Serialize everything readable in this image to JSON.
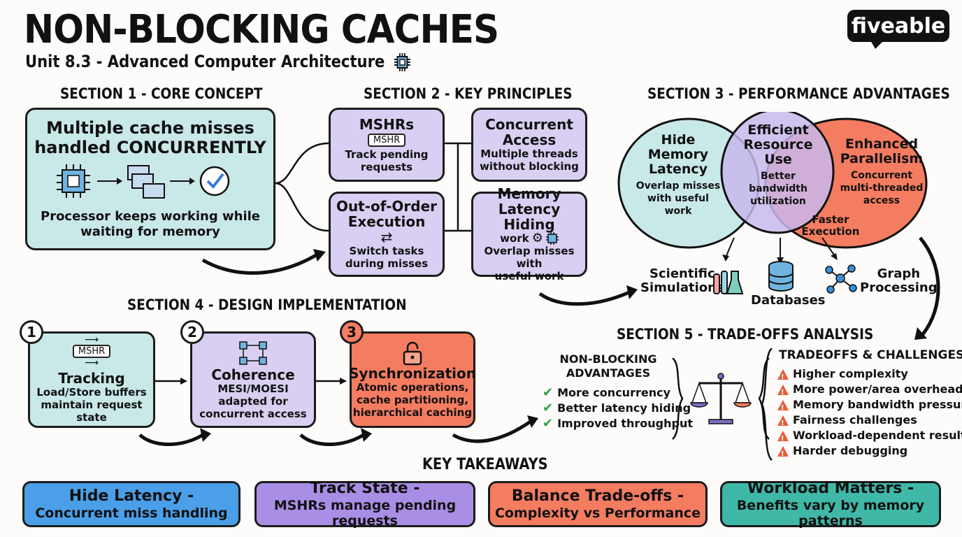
{
  "header": {
    "title": "NON-BLOCKING CACHES",
    "subtitle": "Unit 8.3 - Advanced Computer Architecture",
    "logo": "fiveable"
  },
  "section1": {
    "heading": "SECTION 1 - CORE CONCEPT",
    "line1": "Multiple cache misses",
    "line2": "handled CONCURRENTLY",
    "desc1": "Processor keeps working while",
    "desc2": "waiting for memory"
  },
  "section2": {
    "heading": "SECTION 2 - KEY PRINCIPLES",
    "cards": [
      {
        "title": "MSHRs",
        "badge": "MSHR",
        "desc1": "Track pending",
        "desc2": "requests"
      },
      {
        "title1": "Concurrent",
        "title2": "Access",
        "desc1": "Multiple threads",
        "desc2": "without blocking"
      },
      {
        "title1": "Out-of-Order",
        "title2": "Execution",
        "desc1": "Switch tasks",
        "desc2": "during misses"
      },
      {
        "title1": "Memory",
        "title2": "Latency Hiding",
        "work": "work",
        "desc1": "Overlap misses with",
        "desc2": "useful work"
      }
    ]
  },
  "section3": {
    "heading": "SECTION 3 - PERFORMANCE ADVANTAGES",
    "left": {
      "t1": "Hide",
      "t2": "Memory",
      "t3": "Latency",
      "d1": "Overlap misses",
      "d2": "with useful work"
    },
    "middle": {
      "t1": "Efficient",
      "t2": "Resource",
      "t3": "Use",
      "d1": "Better",
      "d2": "bandwidth",
      "d3": "utilization"
    },
    "right": {
      "t1": "Enhanced",
      "t2": "Parallelism",
      "d1": "Concurrent",
      "d2": "multi-threaded",
      "d3": "access"
    },
    "overlap1": "Faster",
    "overlap2": "Execution",
    "apps": [
      {
        "l1": "Scientific",
        "l2": "Simulations"
      },
      {
        "l1": "Databases"
      },
      {
        "l1": "Graph",
        "l2": "Processing"
      }
    ]
  },
  "section4": {
    "heading": "SECTION 4 - DESIGN IMPLEMENTATION",
    "steps": [
      {
        "num": "1",
        "badge": "MSHR",
        "title": "Tracking",
        "d1": "Load/Store buffers",
        "d2": "maintain request",
        "d3": "state"
      },
      {
        "num": "2",
        "title": "Coherence",
        "d1": "MESI/MOESI",
        "d2": "adapted for",
        "d3": "concurrent access"
      },
      {
        "num": "3",
        "title": "Synchronization",
        "d1": "Atomic operations,",
        "d2": "cache partitioning,",
        "d3": "hierarchical caching"
      }
    ]
  },
  "section5": {
    "heading": "SECTION 5 - TRADE-OFFS ANALYSIS",
    "adv_title1": "NON-BLOCKING",
    "adv_title2": "ADVANTAGES",
    "advantages": [
      "More concurrency",
      "Better latency hiding",
      "Improved throughput"
    ],
    "chal_title": "TRADEOFFS & CHALLENGES",
    "challenges": [
      "Higher complexity",
      "More power/area overhead",
      "Memory bandwidth pressure",
      "Fairness challenges",
      "Workload-dependent results",
      "Harder debugging"
    ]
  },
  "takeaways": {
    "heading": "KEY TAKEAWAYS",
    "items": [
      {
        "a": "Hide Latency -",
        "b": "Concurrent miss handling",
        "color": "#4a9fe8"
      },
      {
        "a": "Track State -",
        "b": "MSHRs manage pending requests",
        "color": "#a98ee6"
      },
      {
        "a": "Balance Trade-offs -",
        "b": "Complexity vs Performance",
        "color": "#f47c60"
      },
      {
        "a": "Workload Matters -",
        "b": "Benefits vary by memory patterns",
        "color": "#3fb8a8"
      }
    ]
  }
}
